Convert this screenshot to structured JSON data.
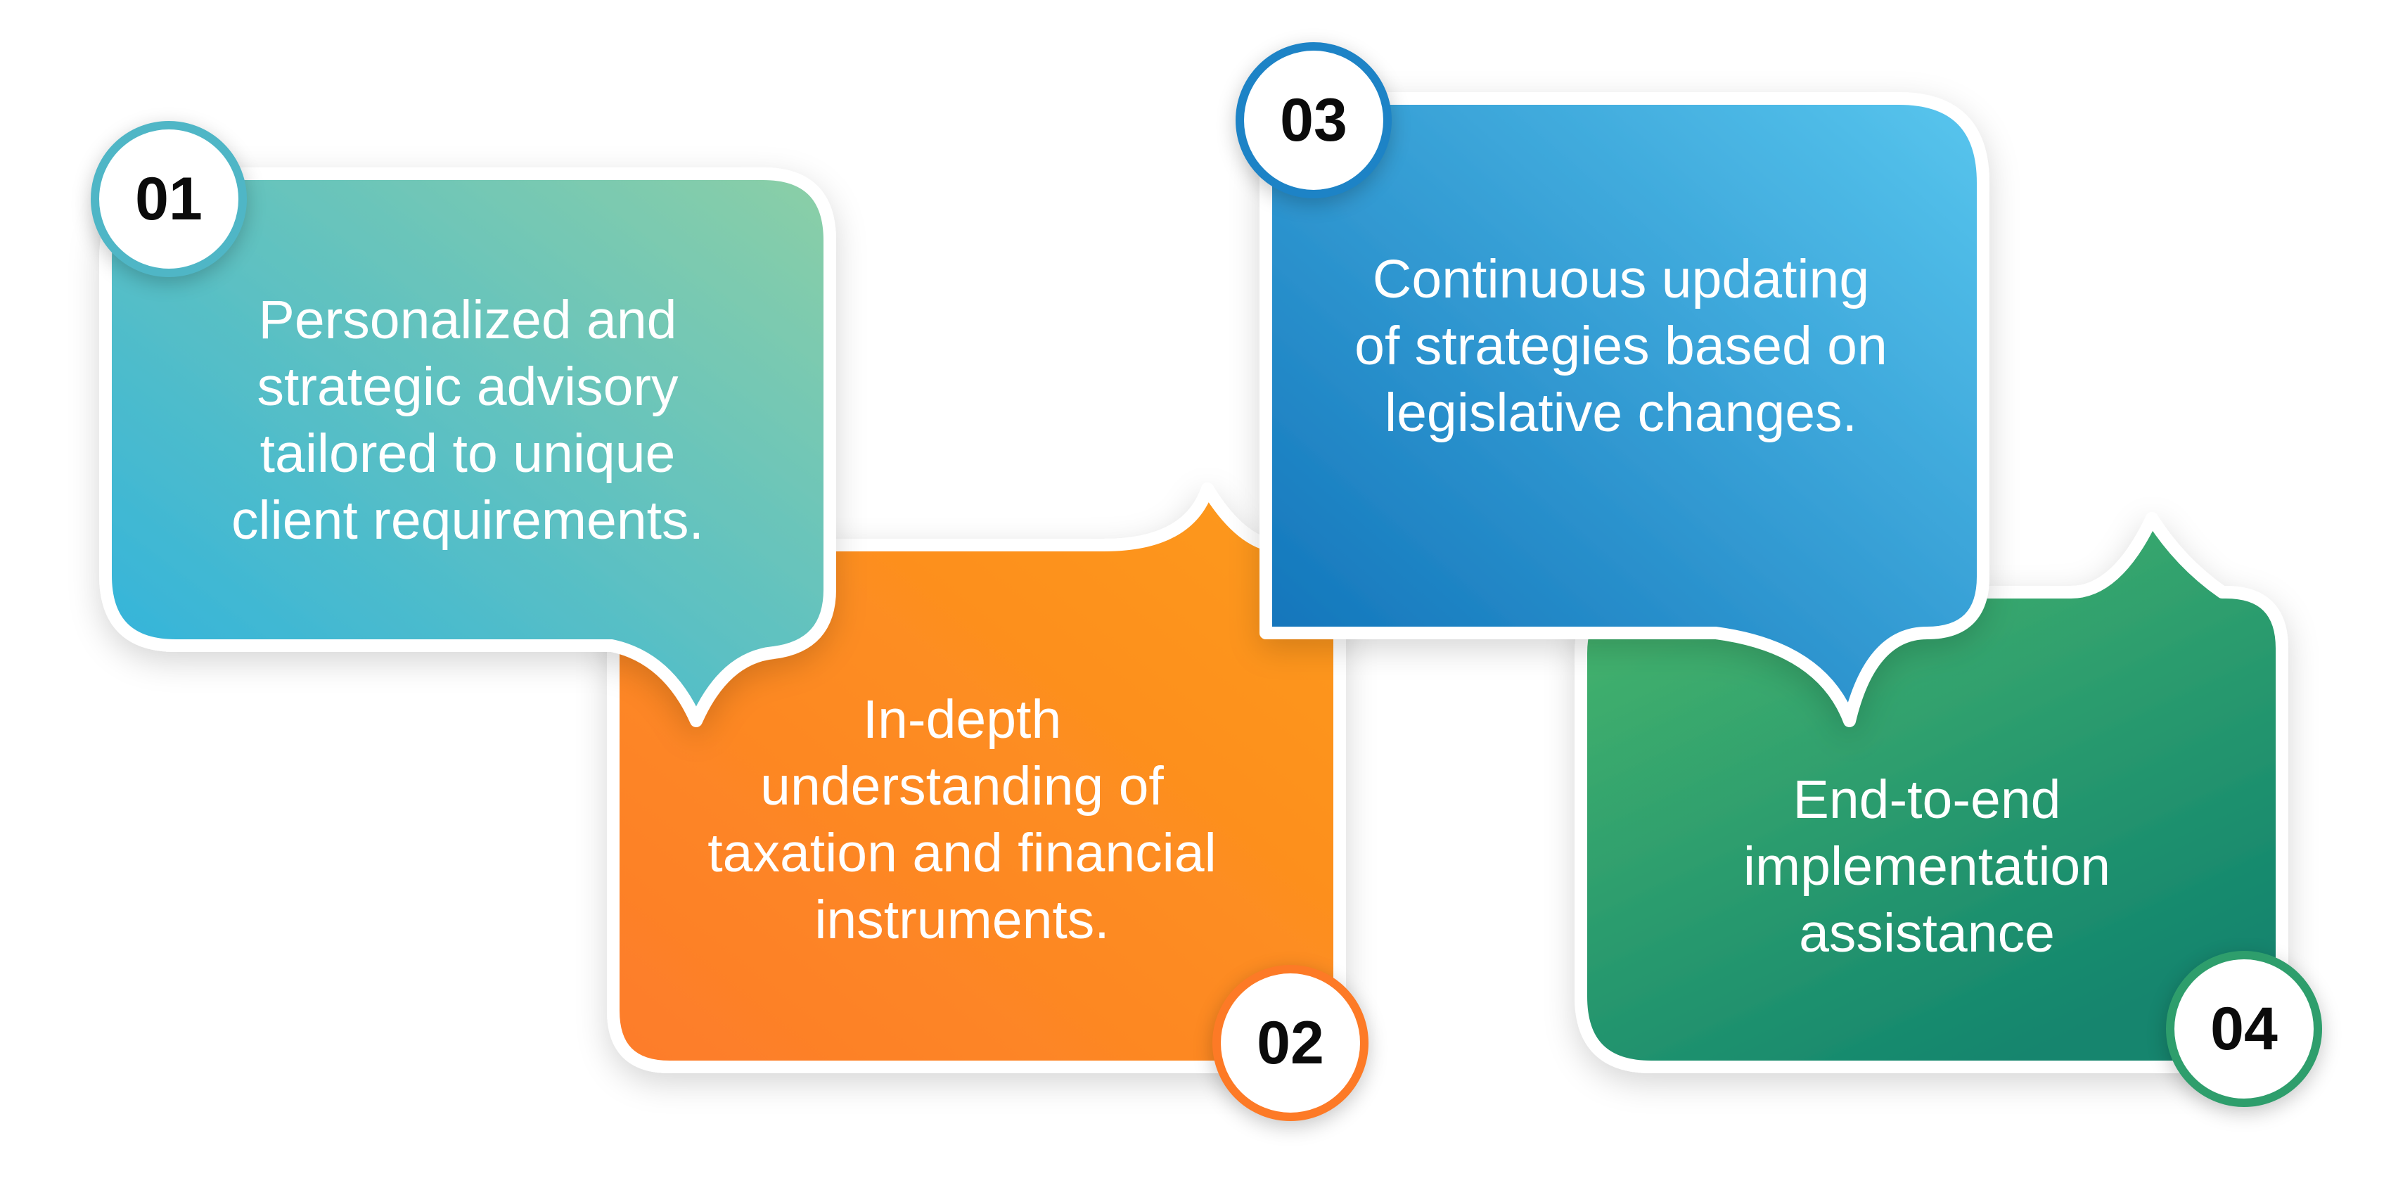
{
  "steps": [
    {
      "number": "01",
      "lines": [
        "Personalized and",
        "strategic advisory",
        "tailored to unique",
        "client requirements."
      ],
      "color_from": "#8ccfa6",
      "color_to": "#2db2df",
      "ring": "#4fb6c6"
    },
    {
      "number": "02",
      "lines": [
        "In-depth",
        "understanding of",
        "taxation and financial",
        "instruments."
      ],
      "color_from": "#fd9a18",
      "color_to": "#fd7c2b",
      "ring": "#fd7a26"
    },
    {
      "number": "03",
      "lines": [
        "Continuous updating",
        "of strategies based on",
        "legislative changes."
      ],
      "color_from": "#58c6ee",
      "color_to": "#0d6fb7",
      "ring": "#1d83c6"
    },
    {
      "number": "04",
      "lines": [
        "End-to-end",
        "implementation",
        "assistance"
      ],
      "color_from": "#4cba6d",
      "color_to": "#12856e",
      "ring": "#2e9e6c"
    }
  ]
}
